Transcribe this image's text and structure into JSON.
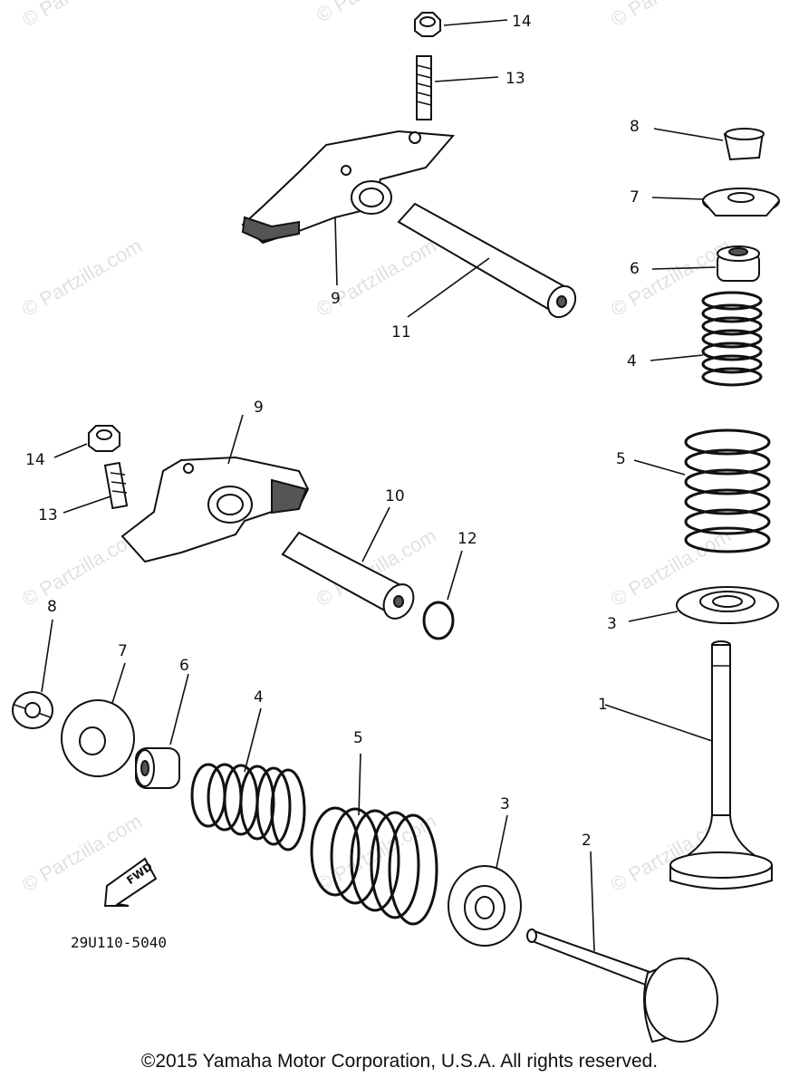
{
  "watermark": "© Partzilla.com",
  "callouts": {
    "top_nut": "14",
    "top_screw": "13",
    "top_retainer_8": "8",
    "top_retainer_7": "7",
    "top_seal_6": "6",
    "top_spring_4": "4",
    "top_arm_9": "9",
    "top_shaft_11": "11",
    "mid_arm_9": "9",
    "mid_nut_14": "14",
    "mid_screw_13": "13",
    "mid_shaft_10": "10",
    "mid_ring_12": "12",
    "right_spring_5": "5",
    "right_seat_3": "3",
    "right_valve_1": "1",
    "bottom_cotter_8": "8",
    "bottom_retainer_7": "7",
    "bottom_seal_6": "6",
    "bottom_spring_4": "4",
    "bottom_spring_5": "5",
    "bottom_seat_3": "3",
    "bottom_valve_2": "2"
  },
  "fwd_label": "FWD",
  "diagram_code": "29U110-5040",
  "copyright": "©2015 Yamaha Motor Corporation, U.S.A. All rights reserved."
}
